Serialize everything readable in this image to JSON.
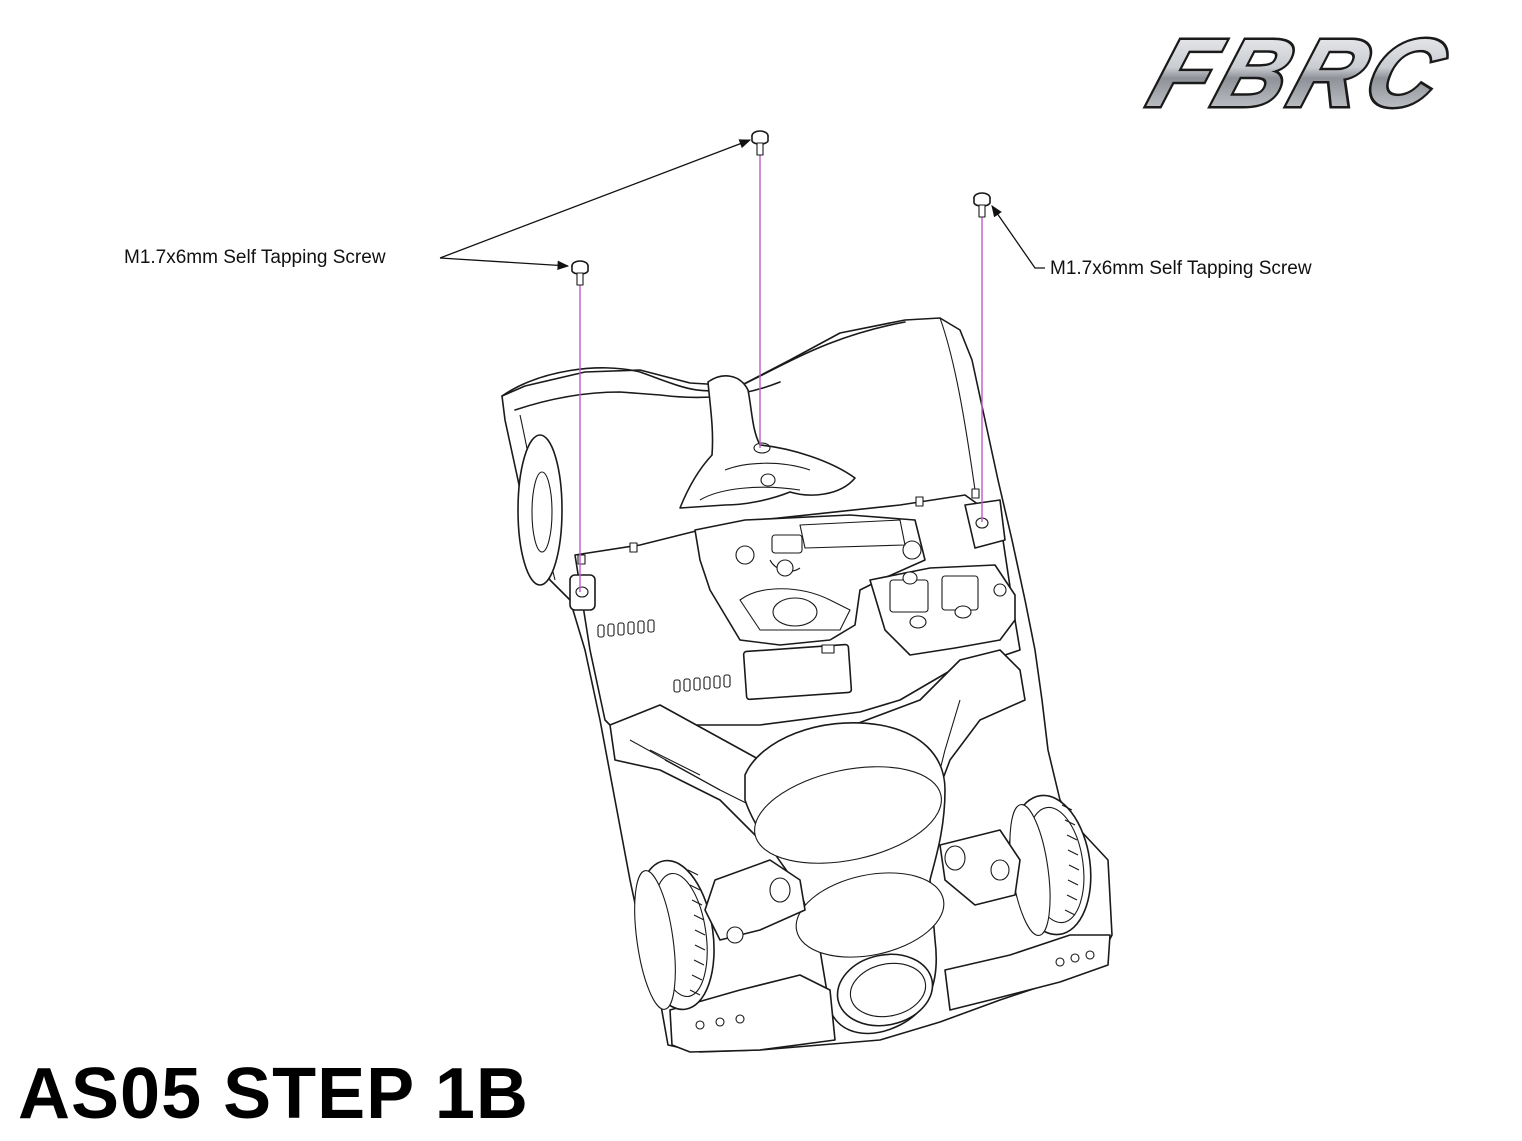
{
  "brand": {
    "logo_text": "FBRC",
    "colors": {
      "logo_fill": "#b8bcc2",
      "logo_outline": "#1a1a1a",
      "guide_line": "#c05cc8"
    }
  },
  "callouts": {
    "left_label": "M1.7x6mm Self Tapping Screw",
    "right_label": "M1.7x6mm Self Tapping Screw"
  },
  "step_title": "AS05 STEP 1B"
}
